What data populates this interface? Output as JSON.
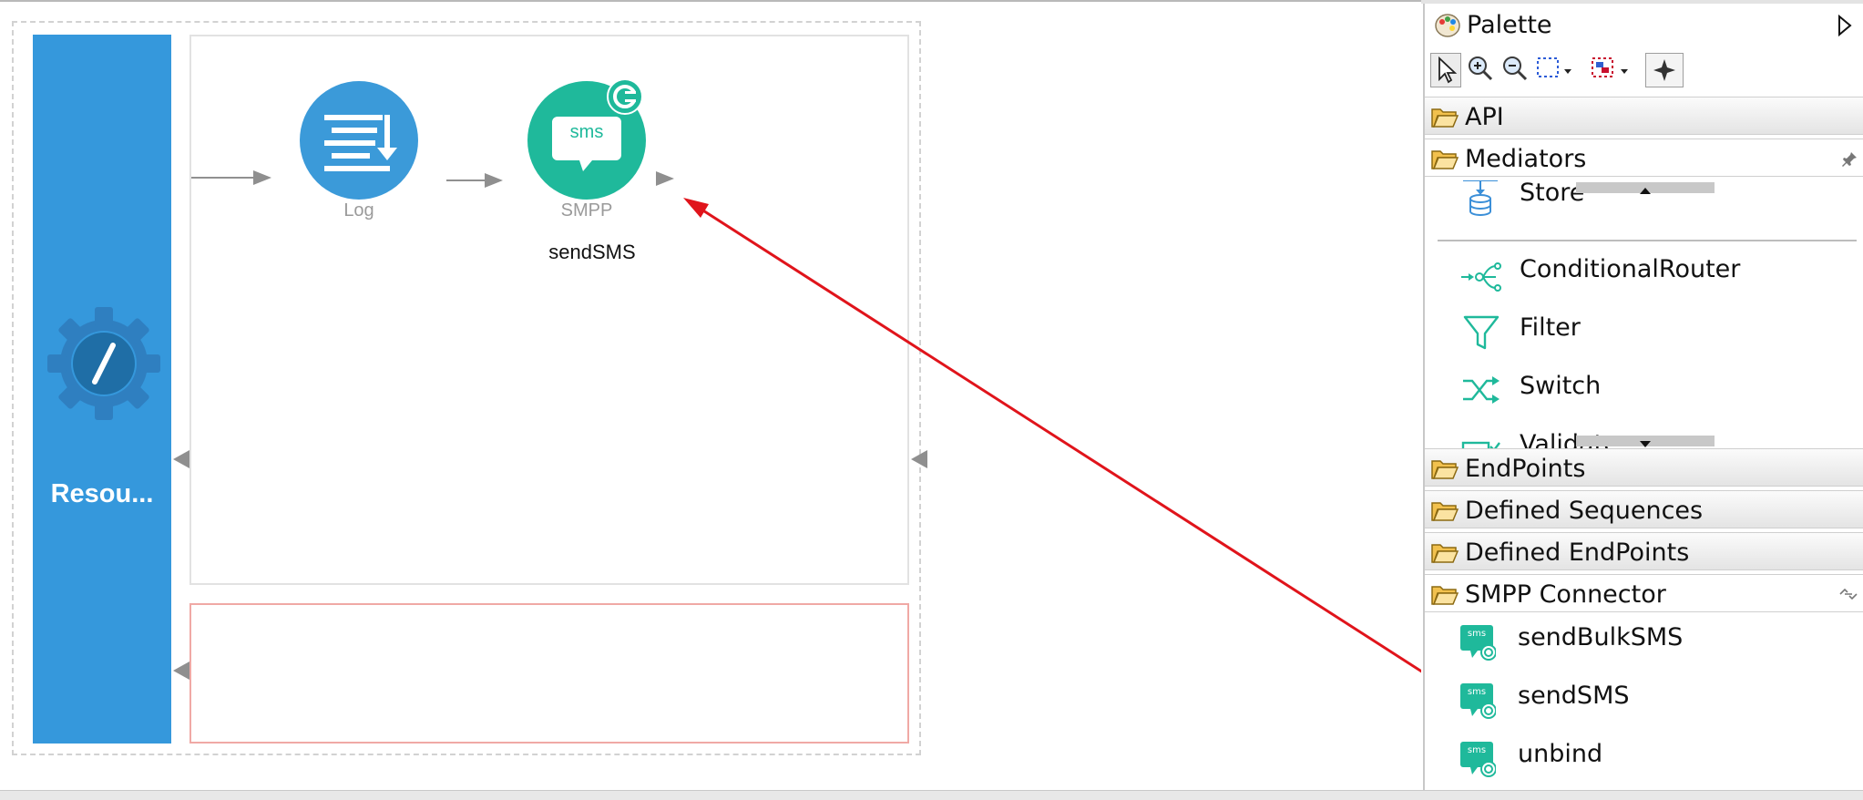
{
  "diagram": {
    "resource_label": "Resou...",
    "log_label": "Log",
    "smpp_label": "SMPP",
    "smpp_icon_text": "sms",
    "smpp_caption": "sendSMS"
  },
  "palette": {
    "title": "Palette",
    "drawers": {
      "api": "API",
      "mediators": "Mediators",
      "endpoints": "EndPoints",
      "defined_sequences": "Defined Sequences",
      "defined_endpoints": "Defined EndPoints",
      "smpp_connector": "SMPP Connector"
    },
    "mediator_items": [
      "Store",
      "ConditionalRouter",
      "Filter",
      "Switch",
      "Validate"
    ],
    "smpp_items": [
      "sendBulkSMS",
      "sendSMS",
      "unbind"
    ],
    "icon_text": "sms"
  },
  "colors": {
    "resource_blue": "#3598dc",
    "log_blue": "#3b9ad9",
    "smpp_green": "#1fb99b",
    "arrow_red": "#e0141b"
  }
}
